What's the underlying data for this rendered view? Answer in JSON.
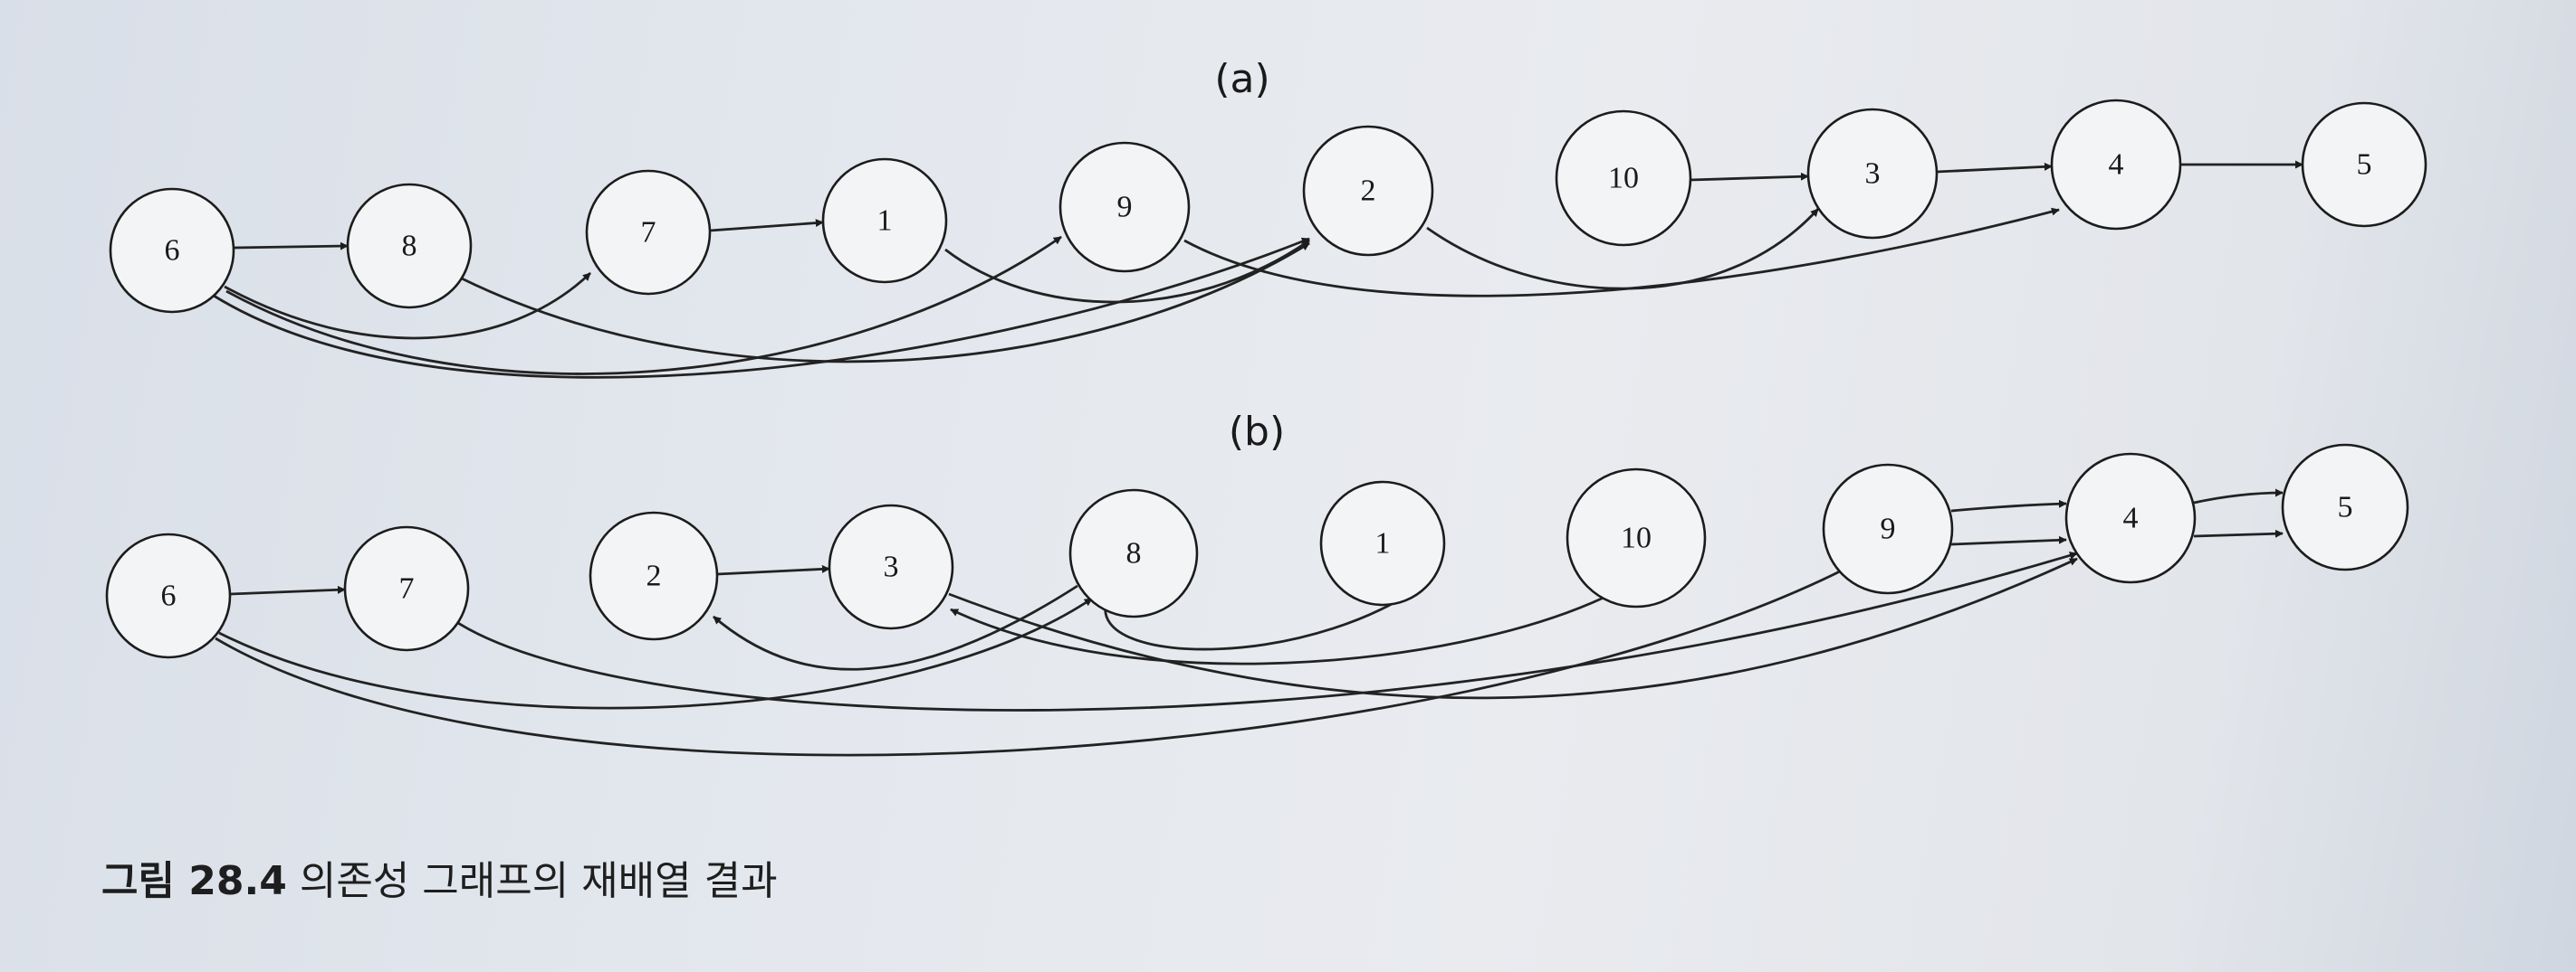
{
  "panels": [
    {
      "label": "(a)",
      "nodes": [
        "6",
        "8",
        "7",
        "1",
        "9",
        "2",
        "10",
        "3",
        "4",
        "5"
      ],
      "edges": [
        [
          "6",
          "8"
        ],
        [
          "6",
          "7"
        ],
        [
          "6",
          "9"
        ],
        [
          "6",
          "2"
        ],
        [
          "8",
          "2"
        ],
        [
          "7",
          "1"
        ],
        [
          "1",
          "2"
        ],
        [
          "9",
          "4"
        ],
        [
          "2",
          "3"
        ],
        [
          "10",
          "3"
        ],
        [
          "3",
          "4"
        ],
        [
          "4",
          "5"
        ]
      ]
    },
    {
      "label": "(b)",
      "nodes": [
        "6",
        "7",
        "2",
        "3",
        "8",
        "1",
        "10",
        "9",
        "4",
        "5"
      ],
      "edges": [
        [
          "6",
          "7"
        ],
        [
          "6",
          "8"
        ],
        [
          "6",
          "9"
        ],
        [
          "7",
          "4"
        ],
        [
          "2",
          "3"
        ],
        [
          "8",
          "2"
        ],
        [
          "3",
          "4"
        ],
        [
          "10",
          "3"
        ],
        [
          "1",
          "8"
        ],
        [
          "9",
          "4"
        ],
        [
          "9",
          "4"
        ],
        [
          "4",
          "5"
        ],
        [
          "4",
          "5"
        ]
      ]
    }
  ],
  "caption": {
    "number": "그림 28.4",
    "text": "의존성 그래프의 재배열 결과"
  }
}
